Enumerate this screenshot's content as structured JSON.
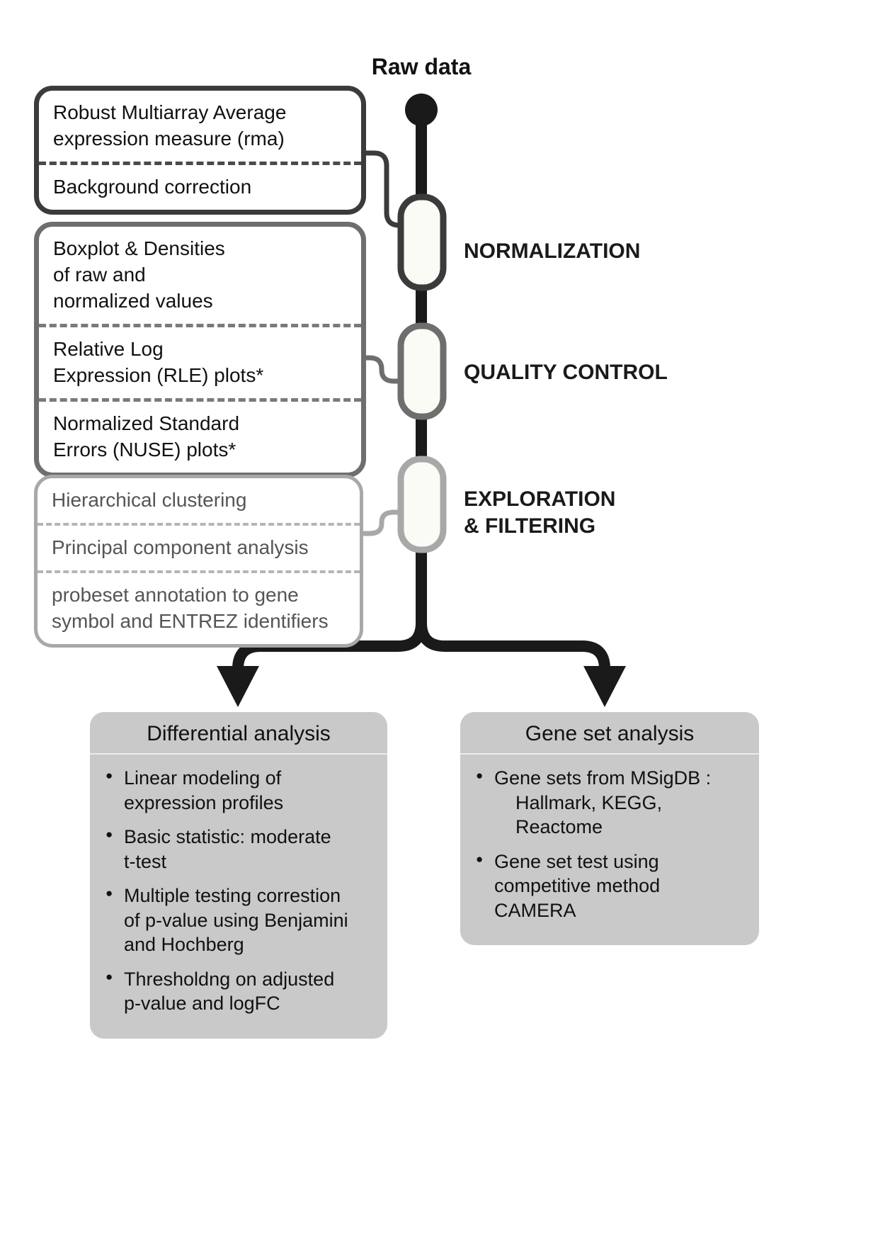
{
  "diagram": {
    "raw_data_label": "Raw data",
    "stages": [
      {
        "label": "NORMALIZATION"
      },
      {
        "label": "QUALITY CONTROL"
      },
      {
        "label": "EXPLORATION\n& FILTERING"
      }
    ],
    "normalization_box": {
      "sections": [
        "Robust Multiarray Average\nexpression measure (rma)",
        "Background correction"
      ]
    },
    "qc_box": {
      "sections": [
        "Boxplot & Densities\nof raw and\nnormalized values",
        "Relative Log\nExpression (RLE) plots*",
        "Normalized Standard\nErrors (NUSE) plots*"
      ]
    },
    "exploration_box": {
      "sections": [
        "Hierarchical clustering",
        "Principal component analysis",
        "probeset annotation to gene\nsymbol and ENTREZ identifiers"
      ]
    },
    "differential_analysis": {
      "title": "Differential analysis",
      "bullets": [
        "Linear modeling of\nexpression profiles",
        "Basic statistic: moderate\nt-test",
        "Multiple testing correstion\nof p-value using Benjamini\nand Hochberg",
        "Thresholdng on adjusted\np-value and logFC"
      ]
    },
    "gene_set_analysis": {
      "title": "Gene set analysis",
      "bullets": [
        "Gene sets from MSigDB :\n    Hallmark, KEGG,\n    Reactome",
        "Gene set test using\ncompetitive method\nCAMERA"
      ]
    },
    "colors": {
      "stage1_border": "#3b3b3b",
      "stage2_border": "#6e6e6e",
      "stage3_border": "#a8a8a8",
      "spine": "#1a1a1a",
      "panel_bg": "#c9c9c9"
    }
  }
}
